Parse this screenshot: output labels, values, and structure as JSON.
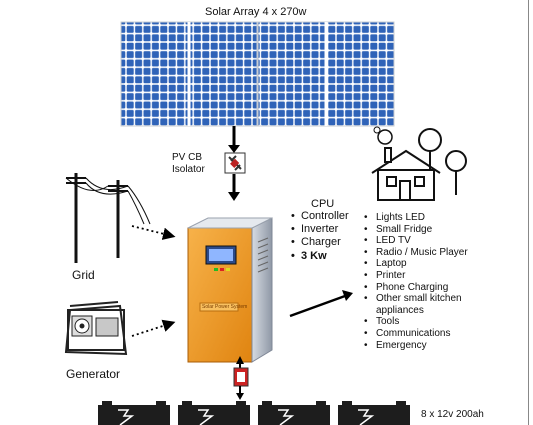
{
  "solar": {
    "title": "Solar Array 4 x 270w",
    "panel_count": 4
  },
  "isolator": {
    "line1": "PV CB",
    "line2": "Isolator"
  },
  "grid": {
    "label": "Grid"
  },
  "generator": {
    "label": "Generator"
  },
  "cpu": {
    "title": "CPU",
    "items": [
      "Controller",
      "Inverter",
      "Charger",
      "3 Kw"
    ],
    "inverter_panel_text": "Solar Power System"
  },
  "loads": [
    "Lights LED",
    "Small Fridge",
    "LED TV",
    "Radio / Music Player",
    "Laptop",
    "Printer",
    "Phone Charging",
    "Other small kitchen appliances",
    "Tools",
    "Communications",
    "Emergency"
  ],
  "battery": {
    "label": "8 x 12v 200ah",
    "visible_count": 4
  },
  "colors": {
    "panel_blue": "#2f63b8",
    "inverter_orange": "#f29a1e",
    "inverter_body": "#b0b8c4"
  }
}
